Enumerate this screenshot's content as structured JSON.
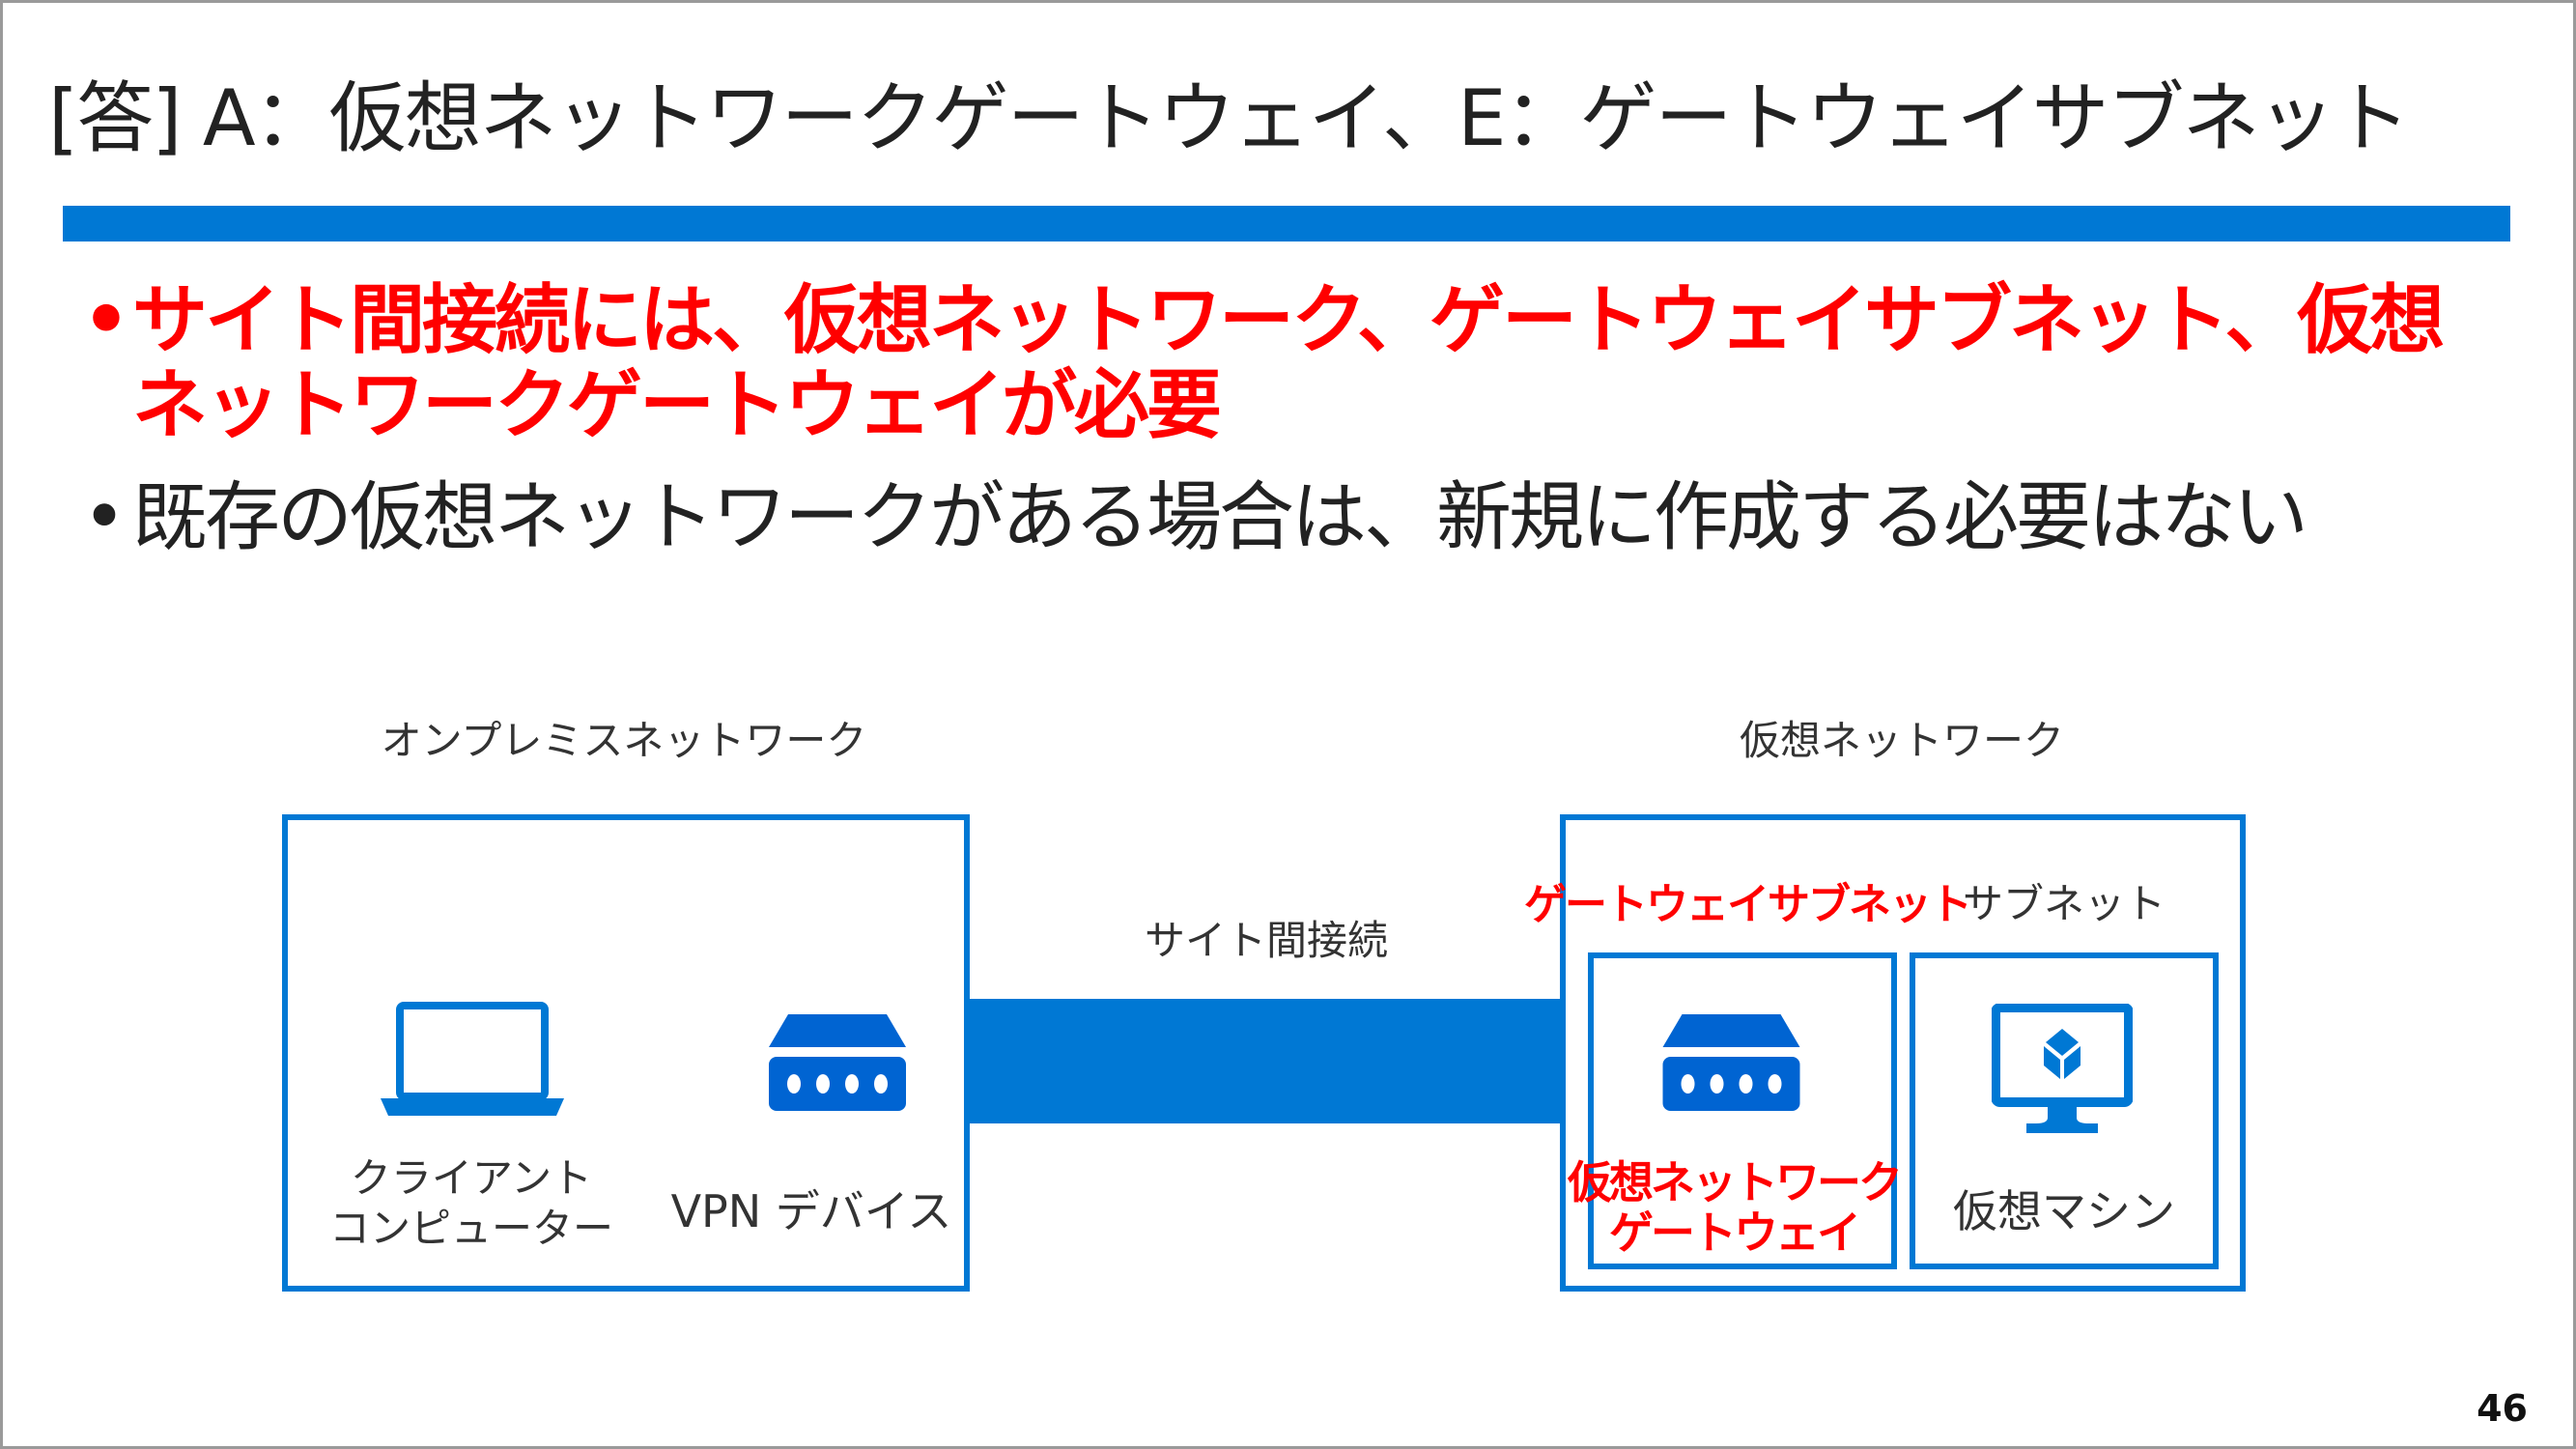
{
  "title": "[答] A：仮想ネットワークゲートウェイ、E：ゲートウェイサブネット",
  "bullets": [
    {
      "line1": "サイト間接続には、仮想ネットワーク、ゲートウェイサブネット、仮想",
      "line2": "ネットワークゲートウェイが必要"
    },
    {
      "text": "既存の仮想ネットワークがある場合は、新規に作成する必要はない"
    }
  ],
  "bullet_char": "•",
  "diagram": {
    "onprem_label": "オンプレミスネットワーク",
    "vnet_label": "仮想ネットワーク",
    "connection_label": "サイト間接続",
    "client_line1": "クライアント",
    "client_line2": "コンピューター",
    "vpn_label": "VPN デバイス",
    "gateway_subnet_label": "ゲートウェイサブネット",
    "subnet_label": "サブネット",
    "gateway_line1": "仮想ネットワーク",
    "gateway_line2": "ゲートウェイ",
    "vm_label": "仮想マシン"
  },
  "page_number": "46",
  "colors": {
    "accent": "#0078d4",
    "highlight": "#ff0000"
  }
}
